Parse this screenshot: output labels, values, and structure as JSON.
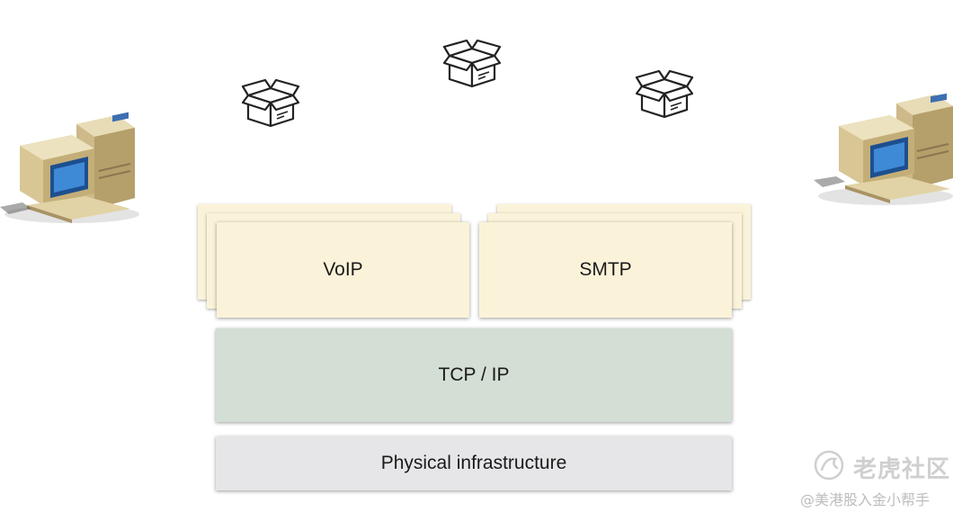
{
  "layers": {
    "voip_label": "VoIP",
    "smtp_label": "SMTP",
    "tcpip_label": "TCP / IP",
    "physical_label": "Physical infrastructure"
  },
  "icons": {
    "packages": [
      "package-icon",
      "package-icon",
      "package-icon"
    ],
    "computers": [
      "computer-icon",
      "computer-icon"
    ]
  },
  "watermark": {
    "brand": "老虎社区",
    "handle": "@美港股入金小帮手"
  },
  "colors": {
    "application_card": "#fbf3d9",
    "tcp_layer": "#d3ded4",
    "physical_layer": "#e6e6e8"
  }
}
